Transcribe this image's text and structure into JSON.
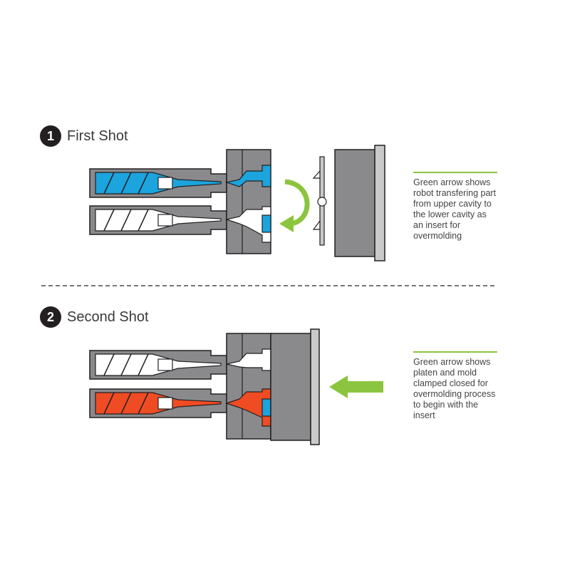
{
  "steps": [
    {
      "number": "1",
      "title": "First Shot"
    },
    {
      "number": "2",
      "title": "Second Shot"
    }
  ],
  "notes": [
    "Green arrow shows robot transfering part from upper cavity to the lower cavity as an insert for overmolding",
    "Green arrow shows platen and mold clamped closed for overmolding process to begin with the insert"
  ],
  "colors": {
    "accent_green": "#8bc53f",
    "material_blue": "#1ba4dd",
    "material_orange": "#ef4c23",
    "mold_gray": "#8a8a8c",
    "dark_outline": "#231f20"
  }
}
